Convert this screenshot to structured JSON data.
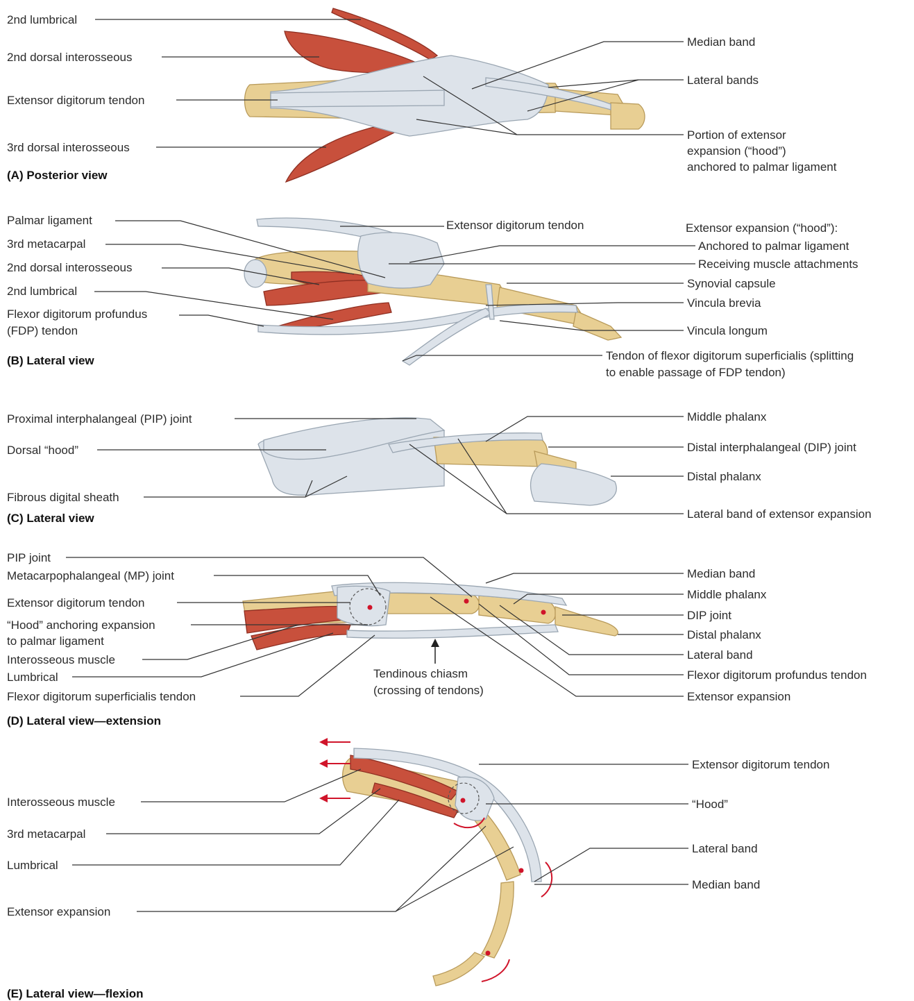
{
  "colors": {
    "bone": "#e8cf93",
    "bone_edge": "#b89a5a",
    "tendon": "#dde3ea",
    "tendon_edge": "#9aa6b2",
    "muscle": "#c8503c",
    "muscle_edge": "#8e2f22",
    "joint_center": "#d0142a",
    "arrow": "#d0142a",
    "text": "#2b2b2b"
  },
  "panels": {
    "a": {
      "title": "(A) Posterior view",
      "labels_left": [
        "2nd lumbrical",
        "2nd dorsal interosseous",
        "Extensor digitorum tendon",
        "3rd dorsal interosseous"
      ],
      "labels_right": [
        "Median band",
        "Lateral bands",
        "Portion of extensor",
        "expansion (“hood”)",
        "anchored to palmar ligament"
      ]
    },
    "b": {
      "title": "(B) Lateral view",
      "labels_left": [
        "Palmar ligament",
        "3rd metacarpal",
        "2nd dorsal interosseous",
        "2nd lumbrical",
        "Flexor digitorum profundus",
        "(FDP) tendon"
      ],
      "label_top": "Extensor digitorum tendon",
      "labels_right": [
        "Extensor expansion (“hood”):",
        "Anchored to palmar ligament",
        "Receiving muscle attachments",
        "Synovial capsule",
        "Vincula brevia",
        "Vincula longum"
      ],
      "label_bottom": [
        "Tendon of flexor digitorum superficialis (splitting",
        "to enable passage of FDP tendon)"
      ]
    },
    "c": {
      "title": "(C) Lateral view",
      "labels_left": [
        "Proximal interphalangeal (PIP) joint",
        "Dorsal “hood”",
        "Fibrous digital sheath"
      ],
      "labels_right": [
        "Middle phalanx",
        "Distal interphalangeal (DIP) joint",
        "Distal phalanx",
        "Lateral band of extensor expansion"
      ]
    },
    "d": {
      "title": "(D) Lateral view—extension",
      "labels_left": [
        "PIP joint",
        "Metacarpophalangeal (MP) joint",
        "Extensor digitorum tendon",
        "“Hood” anchoring expansion",
        "to palmar ligament",
        "Interosseous muscle",
        "Lumbrical",
        "Flexor digitorum superficialis tendon"
      ],
      "center_label": [
        "Tendinous chiasm",
        "(crossing of tendons)"
      ],
      "labels_right": [
        "Median band",
        "Middle phalanx",
        "DIP joint",
        "Distal phalanx",
        "Lateral band",
        "Flexor digitorum profundus tendon",
        "Extensor expansion"
      ]
    },
    "e": {
      "title": "(E) Lateral view—flexion",
      "labels_left": [
        "Interosseous muscle",
        "3rd metacarpal",
        "Lumbrical",
        "Extensor expansion"
      ],
      "labels_right": [
        "Extensor digitorum tendon",
        "“Hood”",
        "Lateral band",
        "Median band"
      ]
    }
  }
}
